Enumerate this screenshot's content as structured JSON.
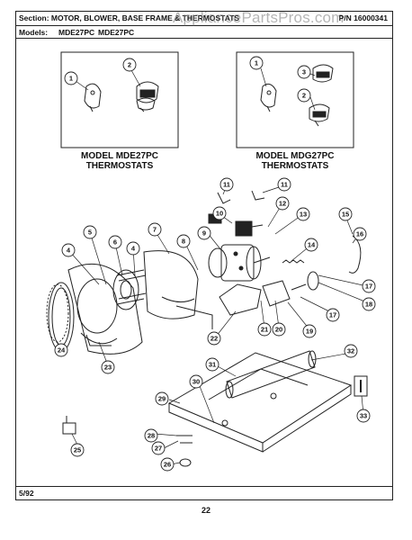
{
  "header": {
    "section_label": "Section:",
    "section_title": "MOTOR, BLOWER, BASE FRAME & THERMOSTATS",
    "watermark": "AppliancePartsPros.com",
    "part_number": "P/N 16000341"
  },
  "models_row": {
    "label": "Models:",
    "model_1": "MDE27PC",
    "model_2": "MDE27PC"
  },
  "insets": [
    {
      "caption": "MODEL MDE27PC\nTHERMOSTATS",
      "callouts": [
        "1",
        "2"
      ]
    },
    {
      "caption": "MODEL MDG27PC\nTHERMOSTATS",
      "callouts": [
        "1",
        "3",
        "2"
      ]
    }
  ],
  "callouts": [
    "4",
    "5",
    "6",
    "4",
    "7",
    "8",
    "9",
    "10",
    "11",
    "11",
    "12",
    "13",
    "14",
    "15",
    "16",
    "17",
    "17",
    "18",
    "19",
    "20",
    "21",
    "22",
    "23",
    "24",
    "25",
    "26",
    "27",
    "28",
    "29",
    "30",
    "31",
    "32",
    "33"
  ],
  "footer": {
    "date": "5/92"
  },
  "page_number": "22"
}
